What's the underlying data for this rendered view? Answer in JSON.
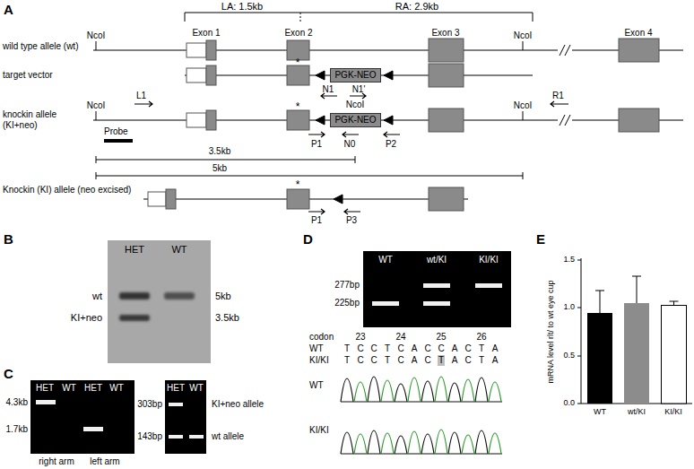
{
  "diagram": {
    "nodes": [
      {
        "text": [
          "PGK-NEO"
        ]
      },
      {
        "text": [
          "PGK-NEO"
        ]
      }
    ],
    "labels": [
      "A",
      "LA: 1.5kb",
      "RA: 2.9kb",
      "wild type allele (wt)",
      "NcoI",
      "Exon 1",
      "Exon 2",
      "Exon 3",
      "NcoI",
      "Exon 4",
      "target vector",
      "*",
      "knockin allele (KI+neo)",
      "NcoI",
      "L1",
      "N1",
      "N1'",
      "NcoI",
      "NcoI",
      "R1",
      "*",
      "Probe",
      "P1",
      "N0",
      "P2",
      "3.5kb",
      "5kb",
      "Knockin (KI) allele (neo excised)",
      "*",
      "P1",
      "P3",
      "B",
      "HET",
      "WT",
      "wt",
      "KI+neo",
      "5kb",
      "3.5kb",
      "C",
      "HET",
      "WT",
      "HET",
      "WT",
      "4.3kb",
      "1.7kb",
      "right arm",
      "left arm",
      "HET",
      "WT",
      "303bp",
      "143bp",
      "KI+neo allele",
      "wt allele",
      "D",
      "WT",
      "wt/KI",
      "KI/KI",
      "277bp",
      "225bp",
      "codon",
      "23",
      "24",
      "25",
      "26",
      "WT",
      "T",
      "C",
      "C",
      "T",
      "C",
      "A",
      "C",
      "C",
      "A",
      "C",
      "T",
      "A",
      "KI/KI",
      "T",
      "C",
      "C",
      "T",
      "C",
      "A",
      "C",
      "T",
      "A",
      "C",
      "T",
      "A",
      "WT",
      "KI/KI",
      "E",
      "mRNA level rlt/ to wt eye cup",
      "1.5",
      "1.0",
      "0.5",
      "0.0",
      "WT",
      "wt/KI",
      "KI/KI"
    ]
  }
}
